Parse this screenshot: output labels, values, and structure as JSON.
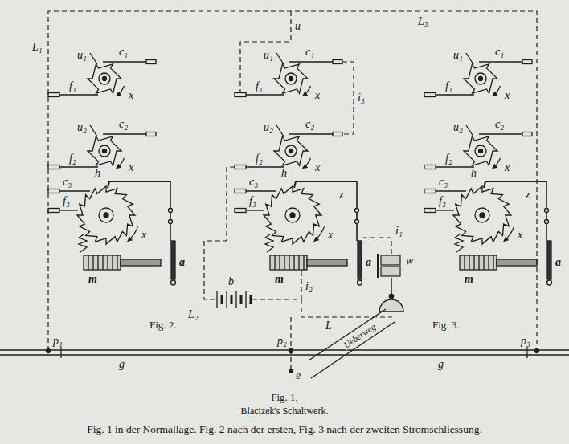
{
  "diagram": {
    "caption": "Fig. 1 in der Normallage. Fig. 2 nach der ersten, Fig. 3 nach der zweiten Stromschliessung.",
    "labels": [
      "c₁",
      "u₁",
      "f₁",
      "x",
      "c₂",
      "u₂",
      "f₂",
      "x",
      "c₃",
      "h",
      "f₃",
      "x",
      "m",
      "a",
      "c₁",
      "u₁",
      "f₁",
      "x",
      "c₂",
      "u₂",
      "f₂",
      "x",
      "c₃",
      "h",
      "f₃",
      "x",
      "m",
      "a",
      "c₁",
      "u₁",
      "f₁",
      "x",
      "c₂",
      "u₂",
      "f₂",
      "x",
      "c₃",
      "h",
      "f₃",
      "x",
      "m",
      "a",
      "L₁",
      "Fig. 2.",
      "p₁",
      "u",
      "i₃",
      "z",
      "L₂",
      "b",
      "i₂",
      "L",
      "w",
      "i₁",
      "p₂",
      "e",
      "Ueberweg",
      "L₃",
      "z",
      "Fig. 3.",
      "p₃",
      "g",
      "g",
      "Fig. 1.",
      "Blacizek's Schaltwerk."
    ]
  }
}
